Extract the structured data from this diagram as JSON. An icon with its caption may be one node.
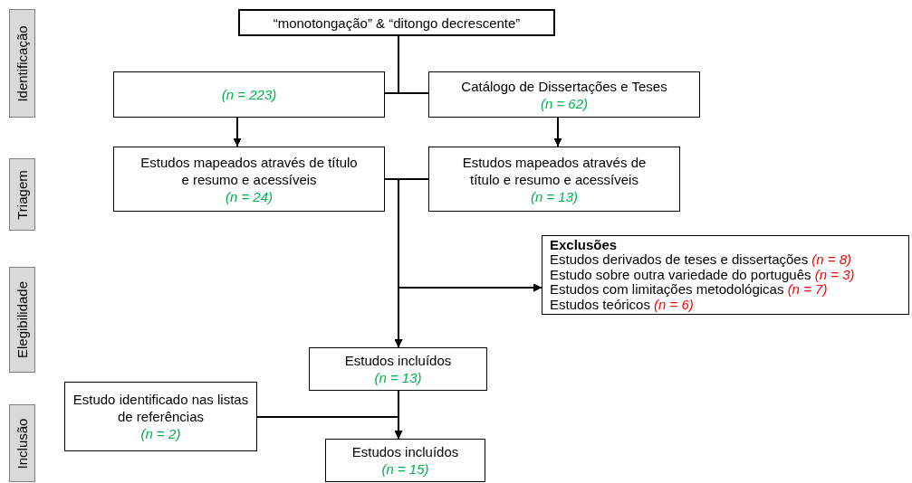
{
  "diagram": {
    "nodes": [
      {
        "text": [
          "“monotongação” & “ditongo decrescente”"
        ]
      },
      {
        "text": [
          "(n = 223)"
        ]
      },
      {
        "text": [
          "Catálogo de Dissertações e Teses",
          "(n = 62)"
        ]
      },
      {
        "text": [
          "Estudos mapeados através de título e resumo e acessíveis",
          "(n = 24)"
        ]
      },
      {
        "text": [
          "Estudos mapeados através de título e resumo e acessíveis",
          "(n = 13)"
        ]
      },
      {
        "text": [
          "Exclusões",
          "Estudos derivados de teses e dissertações *(n = 8)*",
          "Estudo sobre outra variedade do português *(n = 3)*",
          "Estudos com limitações metodológicas *(n = 7)*",
          "Estudos teóricos *(n = 6)*"
        ]
      },
      {
        "text": [
          "Estudos incluídos",
          "(n = 13)"
        ]
      },
      {
        "text": [
          "Estudo identificado nas listas de referências",
          "(n = 2)"
        ]
      },
      {
        "text": [
          "Estudos incluídos",
          "(n = 15)"
        ]
      },
      {
        "text": [
          "Identificação"
        ]
      },
      {
        "text": [
          "Triagem"
        ]
      },
      {
        "text": [
          "Elegibilidade"
        ]
      },
      {
        "text": [
          "Inclusão"
        ]
      }
    ],
    "edges": [
      {
        "from": 0,
        "to": 1,
        "arrow": "none"
      },
      {
        "from": 0,
        "to": 2,
        "arrow": "none"
      },
      {
        "from": 1,
        "to": 3,
        "arrow": "to"
      },
      {
        "from": 2,
        "to": 4,
        "arrow": "to"
      },
      {
        "from": 3,
        "to": 6,
        "arrow": "to"
      },
      {
        "from": 4,
        "to": 6,
        "arrow": "to"
      },
      {
        "from": 3,
        "to": 5,
        "arrow": "to"
      },
      {
        "from": 4,
        "to": 5,
        "arrow": "to"
      },
      {
        "from": 6,
        "to": 8,
        "arrow": "to"
      },
      {
        "from": 7,
        "to": 8,
        "arrow": "to"
      }
    ]
  }
}
